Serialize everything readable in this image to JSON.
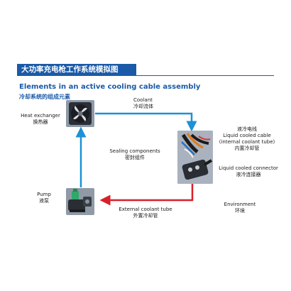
{
  "title": "大功率充电枪工作系统模拟图",
  "heading": {
    "en": "Elements in an active cooling cable assembly",
    "cn": "冷却系统的组成元素"
  },
  "nodes": {
    "heat_exchanger": {
      "en": "Heat exchanger",
      "cn": "换热器",
      "icon": "fan-icon"
    },
    "coolant": {
      "en": "Coolant",
      "cn": "冷却流体"
    },
    "cable": {
      "cn_top": "液冷电线",
      "en1": "Liquid cooled cable",
      "en2": "(internal coolant tube)",
      "cn": "内置冷却管",
      "icon": "cable-icon"
    },
    "connector": {
      "en": "Liquid cooled connector",
      "cn": "液冷连接器",
      "icon": "connector-icon"
    },
    "sealing": {
      "en": "Sealing components",
      "cn": "密封组件"
    },
    "pump": {
      "en": "Pump",
      "cn": "液泵",
      "icon": "pump-icon"
    },
    "external_tube": {
      "en": "External coolant tube",
      "cn": "外置冷却管"
    },
    "environment": {
      "en": "Environment",
      "cn": "环境"
    }
  },
  "colors": {
    "title_bg": "#1a5aa8",
    "heading_text": "#1a5aa8",
    "cool_flow": "#1e90d6",
    "hot_flow": "#d8202a"
  }
}
